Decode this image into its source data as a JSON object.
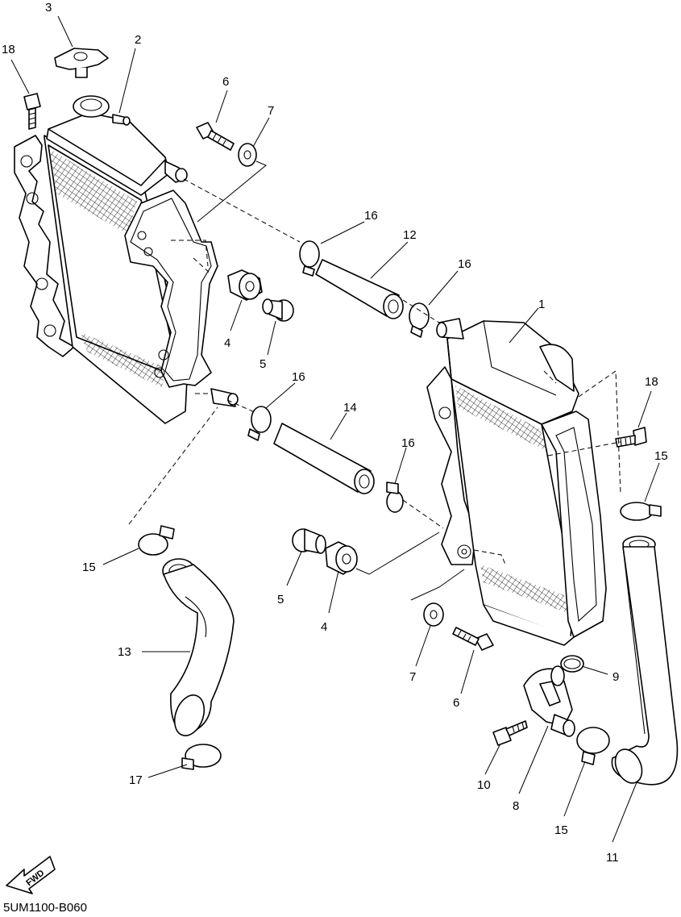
{
  "diagram_code": "5UM1100-B060",
  "fwd_label": "FWD",
  "callouts": {
    "c3": "3",
    "c2": "2",
    "c18a": "18",
    "c6a": "6",
    "c7a": "7",
    "c16a": "16",
    "c12": "12",
    "c16b": "16",
    "c1": "1",
    "c4a": "4",
    "c5a": "5",
    "c16c": "16",
    "c14": "14",
    "c16d": "16",
    "c18b": "18",
    "c15a": "15",
    "c15b": "15",
    "c5b": "5",
    "c4b": "4",
    "c13": "13",
    "c7b": "7",
    "c9": "9",
    "c6b": "6",
    "c17": "17",
    "c10": "10",
    "c8": "8",
    "c15c": "15",
    "c11": "11"
  }
}
